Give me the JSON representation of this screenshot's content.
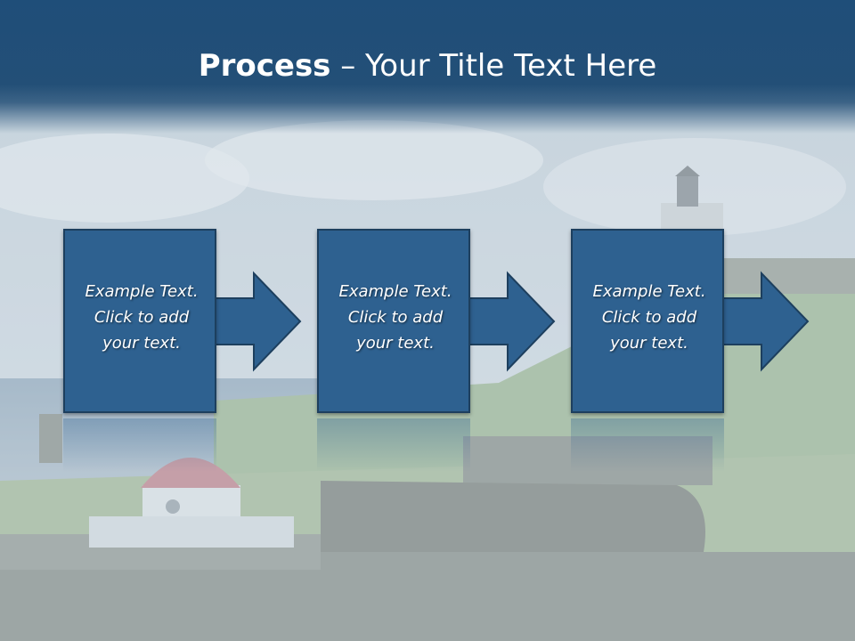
{
  "slide": {
    "title_bold": "Process",
    "title_rest": " – Your Title Text Here",
    "steps": [
      {
        "line1": "Example Text.",
        "line2": "Click  to add",
        "line3": "your text."
      },
      {
        "line1": "Example Text.",
        "line2": "Click  to add",
        "line3": "your text."
      },
      {
        "line1": "Example Text.",
        "line2": "Click  to add",
        "line3": "your text."
      }
    ]
  },
  "colors": {
    "header": "#1f4e79",
    "box_fill": "#2e6190",
    "box_border": "#1d3f5e",
    "text": "#ffffff"
  },
  "icons": [
    "arrow-right-icon"
  ]
}
